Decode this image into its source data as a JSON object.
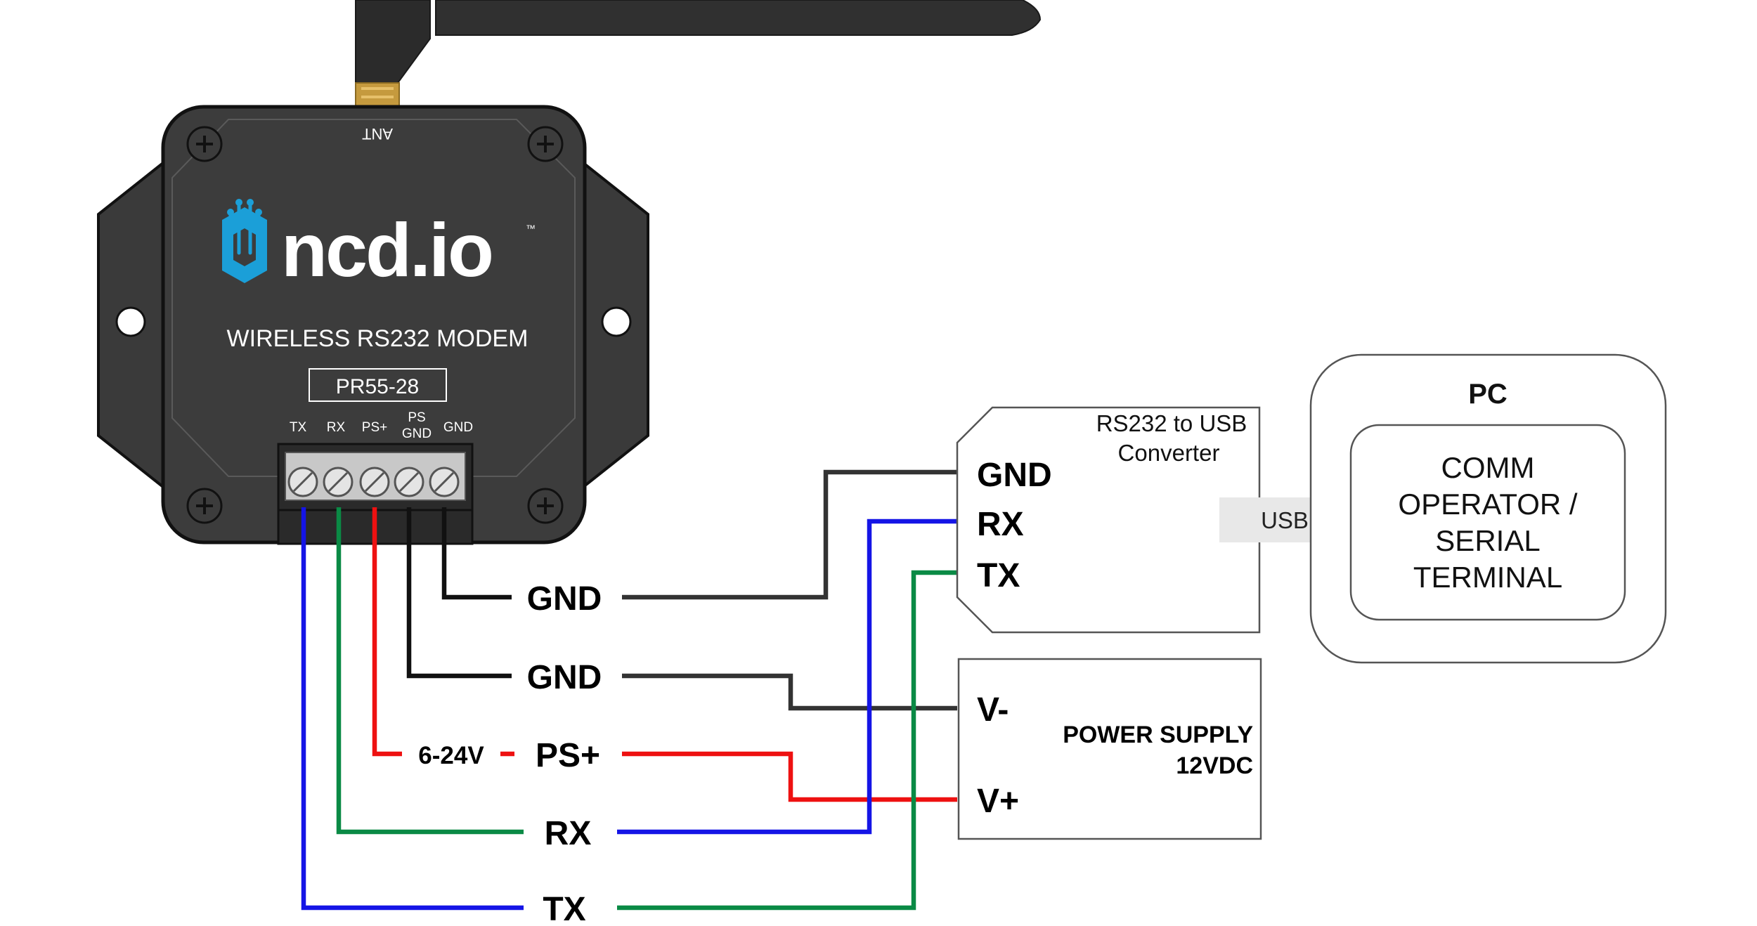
{
  "modem": {
    "antenna_label": "ANT",
    "brand": "ncd.io",
    "trademark": "™",
    "title": "WIRELESS RS232 MODEM",
    "model": "PR55-28",
    "terminals": [
      "TX",
      "RX",
      "PS+",
      "PS",
      "GND",
      "GND"
    ]
  },
  "wires": {
    "gnd_top": "GND",
    "gnd_bottom": "GND",
    "voltage_range": "6-24V",
    "ps_plus": "PS+",
    "rx": "RX",
    "tx": "TX"
  },
  "converter": {
    "title_line1": "RS232 to USB",
    "title_line2": "Converter",
    "pins": [
      "GND",
      "RX",
      "TX"
    ],
    "usb_label": "USB"
  },
  "power_supply": {
    "line1": "POWER SUPPLY",
    "line2": "12VDC",
    "v_minus": "V-",
    "v_plus": "V+"
  },
  "pc": {
    "title": "PC",
    "app_lines": [
      "COMM",
      "OPERATOR /",
      "SERIAL",
      "TERMINAL"
    ]
  },
  "colors": {
    "tx_wire": "#1515e6",
    "rx_wire": "#0a8a45",
    "ps_plus_wire": "#ee1111",
    "gnd_wire": "#111111",
    "gnd_long_wire": "#333333",
    "modem_body": "#3c3c3c",
    "brand_accent": "#1b9fd8"
  }
}
